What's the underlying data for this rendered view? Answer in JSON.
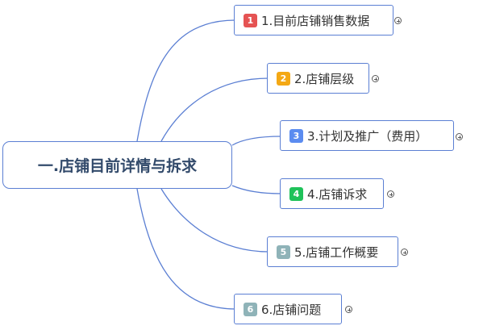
{
  "root": {
    "label": "一.店铺目前详情与拆求"
  },
  "branches": [
    {
      "number": "1",
      "badge_color": "#e55353",
      "label": "1.目前店铺销售数据"
    },
    {
      "number": "2",
      "badge_color": "#f4a814",
      "label": "2.店铺层级"
    },
    {
      "number": "3",
      "badge_color": "#5b8cf0",
      "label": "3.计划及推广（费用）"
    },
    {
      "number": "4",
      "badge_color": "#1fc25a",
      "label": "4.店铺诉求"
    },
    {
      "number": "5",
      "badge_color": "#8fb3b8",
      "label": "5.店铺工作概要"
    },
    {
      "number": "6",
      "badge_color": "#8fb3b8",
      "label": "6.店铺问题"
    }
  ]
}
